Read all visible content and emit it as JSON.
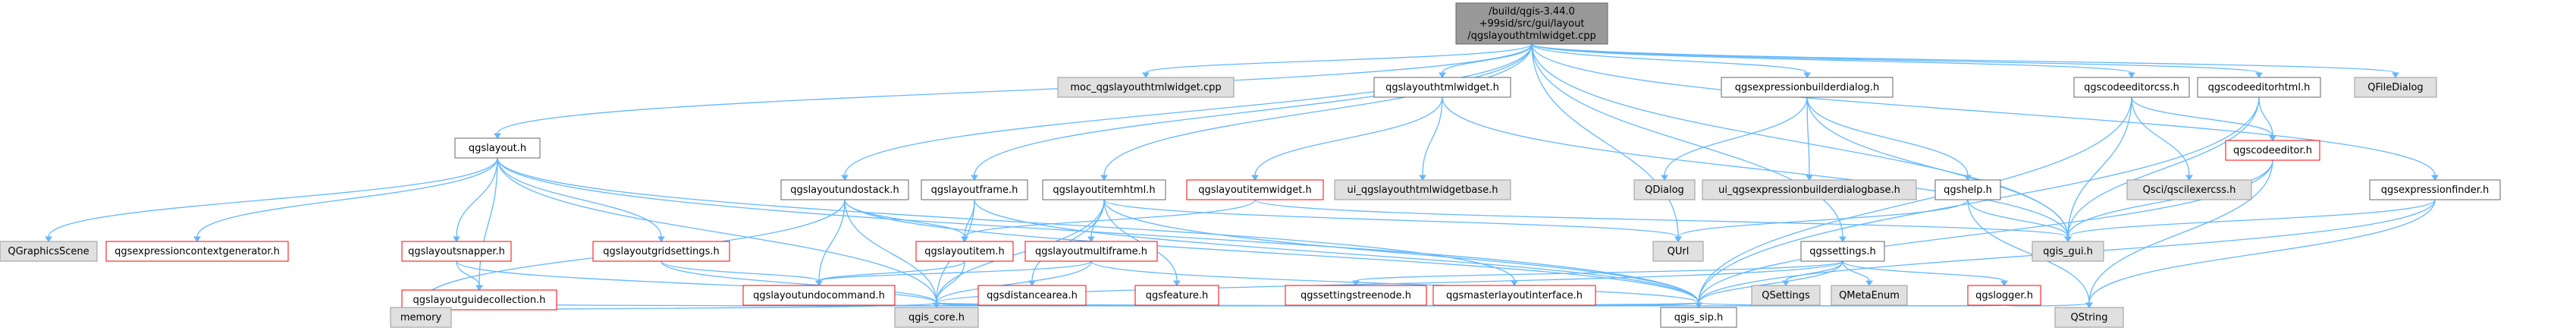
{
  "diagram": {
    "style": {
      "root_fill": "#999999",
      "root_stroke": "#666666",
      "normal_fill": "#ffffff",
      "normal_stroke": "#666666",
      "missing_fill": "#e0e0e0",
      "missing_stroke": "#999999",
      "red_stroke": "#ff0000",
      "edge_color": "#63b8ff"
    },
    "nodes": [
      {
        "id": "root",
        "style": "root",
        "lines": [
          "/build/qgis-3.44.0",
          "+99sid/src/gui/layout",
          "/qgslayouthtmlwidget.cpp"
        ]
      },
      {
        "id": "moc",
        "style": "missing",
        "lines": [
          "moc_qgslayouthtmlwidget.cpp"
        ]
      },
      {
        "id": "qfiledialog",
        "style": "missing",
        "lines": [
          "QFileDialog"
        ]
      },
      {
        "id": "qgslayout",
        "style": "normal",
        "lines": [
          "qgslayout.h"
        ]
      },
      {
        "id": "qgslayouthtmlwidget",
        "style": "normal",
        "lines": [
          "qgslayouthtmlwidget.h"
        ]
      },
      {
        "id": "qgsexpressionbuilderdialog",
        "style": "normal",
        "lines": [
          "qgsexpressionbuilderdialog.h"
        ]
      },
      {
        "id": "qgscodeeditorcss",
        "style": "normal",
        "lines": [
          "qgscodeeditorcss.h"
        ]
      },
      {
        "id": "qgscodeeditorhtml",
        "style": "normal",
        "lines": [
          "qgscodeeditorhtml.h"
        ]
      },
      {
        "id": "qgsexpressionfinder",
        "style": "normal",
        "lines": [
          "qgsexpressionfinder.h"
        ]
      },
      {
        "id": "qgslayoutundostack",
        "style": "normal",
        "lines": [
          "qgslayoutundostack.h"
        ]
      },
      {
        "id": "qgslayoutframe",
        "style": "normal",
        "lines": [
          "qgslayoutframe.h"
        ]
      },
      {
        "id": "qgslayoutitemhtml",
        "style": "normal",
        "lines": [
          "qgslayoutitemhtml.h"
        ]
      },
      {
        "id": "qgslayoutitemwidget",
        "style": "red",
        "lines": [
          "qgslayoutitemwidget.h"
        ]
      },
      {
        "id": "ui_qgslayouthtmlwidgetbase",
        "style": "missing",
        "lines": [
          "ui_qgslayouthtmlwidgetbase.h"
        ]
      },
      {
        "id": "qdialog",
        "style": "missing",
        "lines": [
          "QDialog"
        ]
      },
      {
        "id": "ui_qgsexpressionbuilderdialogbase",
        "style": "missing",
        "lines": [
          "ui_qgsexpressionbuilderdialogbase.h"
        ]
      },
      {
        "id": "qgshelp",
        "style": "normal",
        "lines": [
          "qgshelp.h"
        ]
      },
      {
        "id": "qsciqscilexercss",
        "style": "missing",
        "lines": [
          "Qsci/qscilexercss.h"
        ]
      },
      {
        "id": "qgscodeeditor",
        "style": "red",
        "lines": [
          "qgscodeeditor.h"
        ]
      },
      {
        "id": "qgraphicsscene",
        "style": "missing",
        "lines": [
          "QGraphicsScene"
        ]
      },
      {
        "id": "qgsexpressioncontextgenerator",
        "style": "red",
        "lines": [
          "qgsexpressioncontextgenerator.h"
        ]
      },
      {
        "id": "qgslayoutsnapper",
        "style": "red",
        "lines": [
          "qgslayoutsnapper.h"
        ]
      },
      {
        "id": "qgslayoutgridsettings",
        "style": "red",
        "lines": [
          "qgslayoutgridsettings.h"
        ]
      },
      {
        "id": "qgslayoutitem",
        "style": "red",
        "lines": [
          "qgslayoutitem.h"
        ]
      },
      {
        "id": "qgslayoutmultiframe",
        "style": "red",
        "lines": [
          "qgslayoutmultiframe.h"
        ]
      },
      {
        "id": "qurl",
        "style": "missing",
        "lines": [
          "QUrl"
        ]
      },
      {
        "id": "qgis_gui",
        "style": "missing",
        "lines": [
          "qgis_gui.h"
        ]
      },
      {
        "id": "qgssettings",
        "style": "normal",
        "lines": [
          "qgssettings.h"
        ]
      },
      {
        "id": "qgslayoutguidecollection",
        "style": "red",
        "lines": [
          "qgslayoutguidecollection.h"
        ]
      },
      {
        "id": "qgslayoutundocommand",
        "style": "red",
        "lines": [
          "qgslayoutundocommand.h"
        ]
      },
      {
        "id": "qgsdistancearea",
        "style": "red",
        "lines": [
          "qgsdistancearea.h"
        ]
      },
      {
        "id": "qgsfeature",
        "style": "red",
        "lines": [
          "qgsfeature.h"
        ]
      },
      {
        "id": "qgssettingstreenode",
        "style": "red",
        "lines": [
          "qgssettingstreenode.h"
        ]
      },
      {
        "id": "qgsmasterlayoutinterface",
        "style": "red",
        "lines": [
          "qgsmasterlayoutinterface.h"
        ]
      },
      {
        "id": "qsettings",
        "style": "missing",
        "lines": [
          "QSettings"
        ]
      },
      {
        "id": "qmetaenum",
        "style": "missing",
        "lines": [
          "QMetaEnum"
        ]
      },
      {
        "id": "qgslogger",
        "style": "red",
        "lines": [
          "qgslogger.h"
        ]
      },
      {
        "id": "memory",
        "style": "missing",
        "lines": [
          "memory"
        ]
      },
      {
        "id": "qgis_core",
        "style": "missing",
        "lines": [
          "qgis_core.h"
        ]
      },
      {
        "id": "qgis_sip",
        "style": "normal",
        "lines": [
          "qgis_sip.h"
        ]
      },
      {
        "id": "qstring",
        "style": "missing",
        "lines": [
          "QString"
        ]
      }
    ],
    "edges": [
      [
        "root",
        "moc"
      ],
      [
        "root",
        "qfiledialog"
      ],
      [
        "root",
        "qgslayout"
      ],
      [
        "root",
        "qgslayouthtmlwidget"
      ],
      [
        "root",
        "qgsexpressionbuilderdialog"
      ],
      [
        "root",
        "qgscodeeditorcss"
      ],
      [
        "root",
        "qgscodeeditorhtml"
      ],
      [
        "root",
        "qgsexpressionfinder"
      ],
      [
        "root",
        "qgslayoutundostack"
      ],
      [
        "root",
        "qgslayoutframe"
      ],
      [
        "root",
        "qgslayoutitemhtml"
      ],
      [
        "root",
        "qurl"
      ],
      [
        "root",
        "qgis_gui"
      ],
      [
        "root",
        "qgssettings"
      ],
      [
        "qgslayout",
        "qgraphicsscene"
      ],
      [
        "qgslayout",
        "qgsexpressioncontextgenerator"
      ],
      [
        "qgslayout",
        "qgslayoutsnapper"
      ],
      [
        "qgslayout",
        "qgslayoutgridsettings"
      ],
      [
        "qgslayout",
        "qgslayoutguidecollection"
      ],
      [
        "qgslayout",
        "qgis_core"
      ],
      [
        "qgslayout",
        "qgis_sip"
      ],
      [
        "qgslayout",
        "qgsmasterlayoutinterface"
      ],
      [
        "qgslayouthtmlwidget",
        "qgslayoutitemwidget"
      ],
      [
        "qgslayouthtmlwidget",
        "ui_qgslayouthtmlwidgetbase"
      ],
      [
        "qgslayouthtmlwidget",
        "qgis_gui"
      ],
      [
        "qgsexpressionbuilderdialog",
        "qdialog"
      ],
      [
        "qgsexpressionbuilderdialog",
        "ui_qgsexpressionbuilderdialogbase"
      ],
      [
        "qgsexpressionbuilderdialog",
        "qgshelp"
      ],
      [
        "qgsexpressionbuilderdialog",
        "qgis_gui"
      ],
      [
        "qgscodeeditorcss",
        "qsciqscilexercss"
      ],
      [
        "qgscodeeditorcss",
        "qgscodeeditor"
      ],
      [
        "qgscodeeditorcss",
        "qgis_gui"
      ],
      [
        "qgscodeeditorcss",
        "qgis_sip"
      ],
      [
        "qgscodeeditorhtml",
        "qgscodeeditor"
      ],
      [
        "qgscodeeditorhtml",
        "qgis_gui"
      ],
      [
        "qgscodeeditorhtml",
        "qgis_sip"
      ],
      [
        "qgsexpressionfinder",
        "qgis_gui"
      ],
      [
        "qgsexpressionfinder",
        "qgis_sip"
      ],
      [
        "qgsexpressionfinder",
        "qstring"
      ],
      [
        "qgscodeeditor",
        "qgis_gui"
      ],
      [
        "qgscodeeditor",
        "qgis_sip"
      ],
      [
        "qgscodeeditor",
        "qstring"
      ],
      [
        "qgslayoutundostack",
        "qgslayoutitem"
      ],
      [
        "qgslayoutundostack",
        "qgslayoutundocommand"
      ],
      [
        "qgslayoutundostack",
        "memory"
      ],
      [
        "qgslayoutundostack",
        "qgis_core"
      ],
      [
        "qgslayoutundostack",
        "qgis_sip"
      ],
      [
        "qgslayoutframe",
        "qgslayoutitem"
      ],
      [
        "qgslayoutframe",
        "qgis_core"
      ],
      [
        "qgslayoutframe",
        "qgis_sip"
      ],
      [
        "qgslayoutitemhtml",
        "qgslayoutmultiframe"
      ],
      [
        "qgslayoutitemhtml",
        "qgsdistancearea"
      ],
      [
        "qgslayoutitemhtml",
        "qgsfeature"
      ],
      [
        "qgslayoutitemhtml",
        "qurl"
      ],
      [
        "qgslayoutitemhtml",
        "qgis_core"
      ],
      [
        "qgslayoutitemhtml",
        "qgis_sip"
      ],
      [
        "qgslayoutitemwidget",
        "qgslayoutitem"
      ],
      [
        "qgslayoutitemwidget",
        "qgis_gui"
      ],
      [
        "qgshelp",
        "qurl"
      ],
      [
        "qgshelp",
        "qgis_gui"
      ],
      [
        "qgshelp",
        "qstring"
      ],
      [
        "qgslayoutsnapper",
        "qgslayoutguidecollection"
      ],
      [
        "qgslayoutsnapper",
        "qgis_core"
      ],
      [
        "qgslayoutgridsettings",
        "qgslayoutundocommand"
      ],
      [
        "qgslayoutgridsettings",
        "qgis_core"
      ],
      [
        "qgslayoutitem",
        "qgslayoutundocommand"
      ],
      [
        "qgslayoutitem",
        "qgis_core"
      ],
      [
        "qgslayoutmultiframe",
        "qgslayoutundocommand"
      ],
      [
        "qgslayoutmultiframe",
        "qgis_core"
      ],
      [
        "qgslayoutmultiframe",
        "qgis_sip"
      ],
      [
        "qgslayoutguidecollection",
        "memory"
      ],
      [
        "qgslayoutguidecollection",
        "qgis_core"
      ],
      [
        "qgslayoutundocommand",
        "qgis_core"
      ],
      [
        "qgslayoutundocommand",
        "qgis_sip"
      ],
      [
        "qgsdistancearea",
        "qgis_core"
      ],
      [
        "qgsfeature",
        "memory"
      ],
      [
        "qgsfeature",
        "qgis_core"
      ],
      [
        "qgsfeature",
        "qgis_sip"
      ],
      [
        "qgssettings",
        "qsettings"
      ],
      [
        "qgssettings",
        "qmetaenum"
      ],
      [
        "qgssettings",
        "qgslogger"
      ],
      [
        "qgssettings",
        "qgssettingstreenode"
      ],
      [
        "qgssettings",
        "qgis_core"
      ],
      [
        "qgssettings",
        "qgis_sip"
      ],
      [
        "qgssettingstreenode",
        "qgis_core"
      ],
      [
        "qgssettingstreenode",
        "qgis_sip"
      ],
      [
        "qgsmasterlayoutinterface",
        "qgis_core"
      ],
      [
        "qgsmasterlayoutinterface",
        "qgis_sip"
      ],
      [
        "qgslogger",
        "qgis_core"
      ],
      [
        "qgslogger",
        "qgis_sip"
      ],
      [
        "qgslogger",
        "qstring"
      ]
    ]
  }
}
